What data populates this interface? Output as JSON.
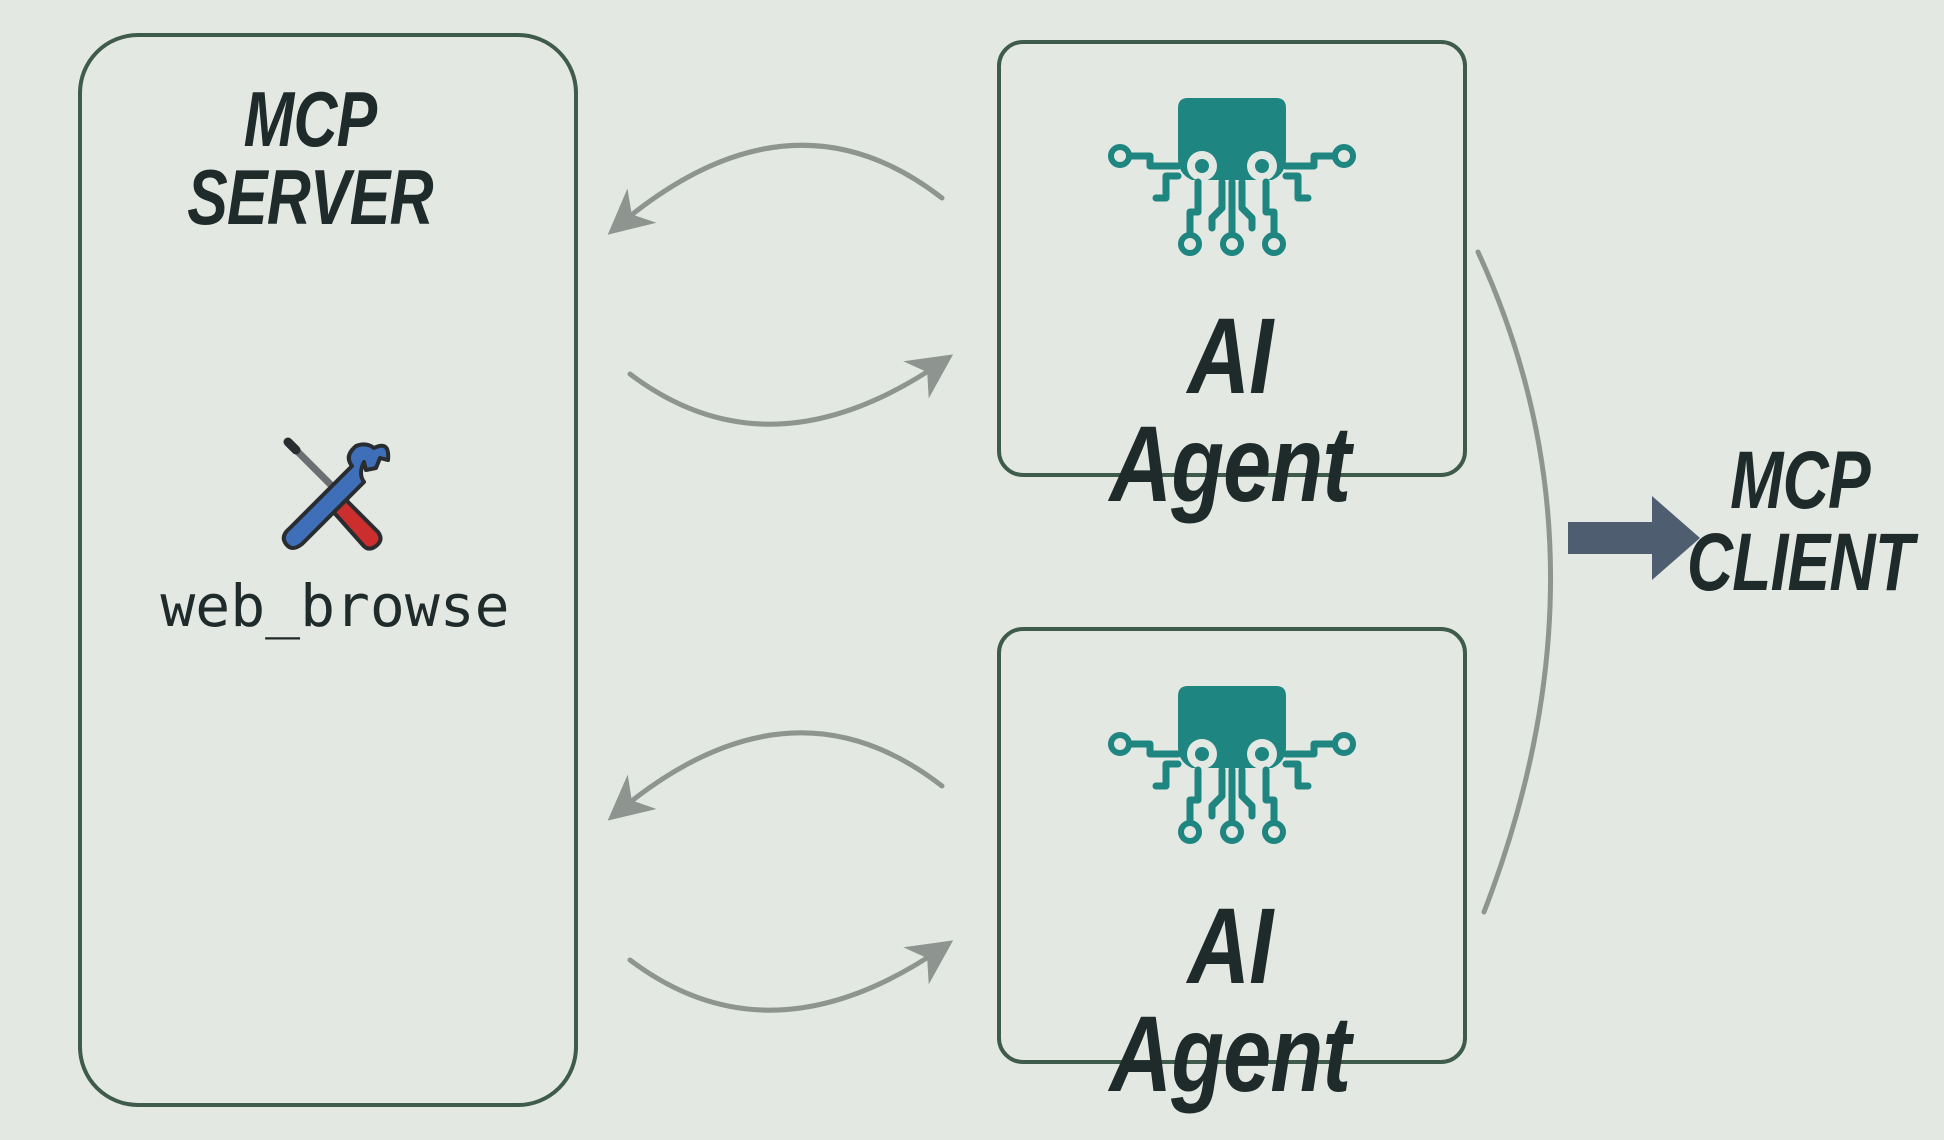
{
  "server": {
    "title_line1": "MCP",
    "title_line2": "SERVER",
    "tool": {
      "icon": "wrench-screwdriver-icon",
      "label": "web_browse"
    }
  },
  "agents": [
    {
      "icon": "octopus-circuit-icon",
      "label": "AI Agent"
    },
    {
      "icon": "octopus-circuit-icon",
      "label": "AI Agent"
    }
  ],
  "client": {
    "title_line1": "MCP",
    "title_line2": "CLIENT"
  },
  "colors": {
    "background": "#e3e8e2",
    "box_border": "#3f5b4b",
    "text": "#1f2a2a",
    "agent_icon": "#1f8580",
    "arrow_gray": "#8e9590",
    "client_arrow": "#4f5d70",
    "wrench_blue": "#3e6fb8",
    "screwdriver_red": "#cc2e2e"
  }
}
